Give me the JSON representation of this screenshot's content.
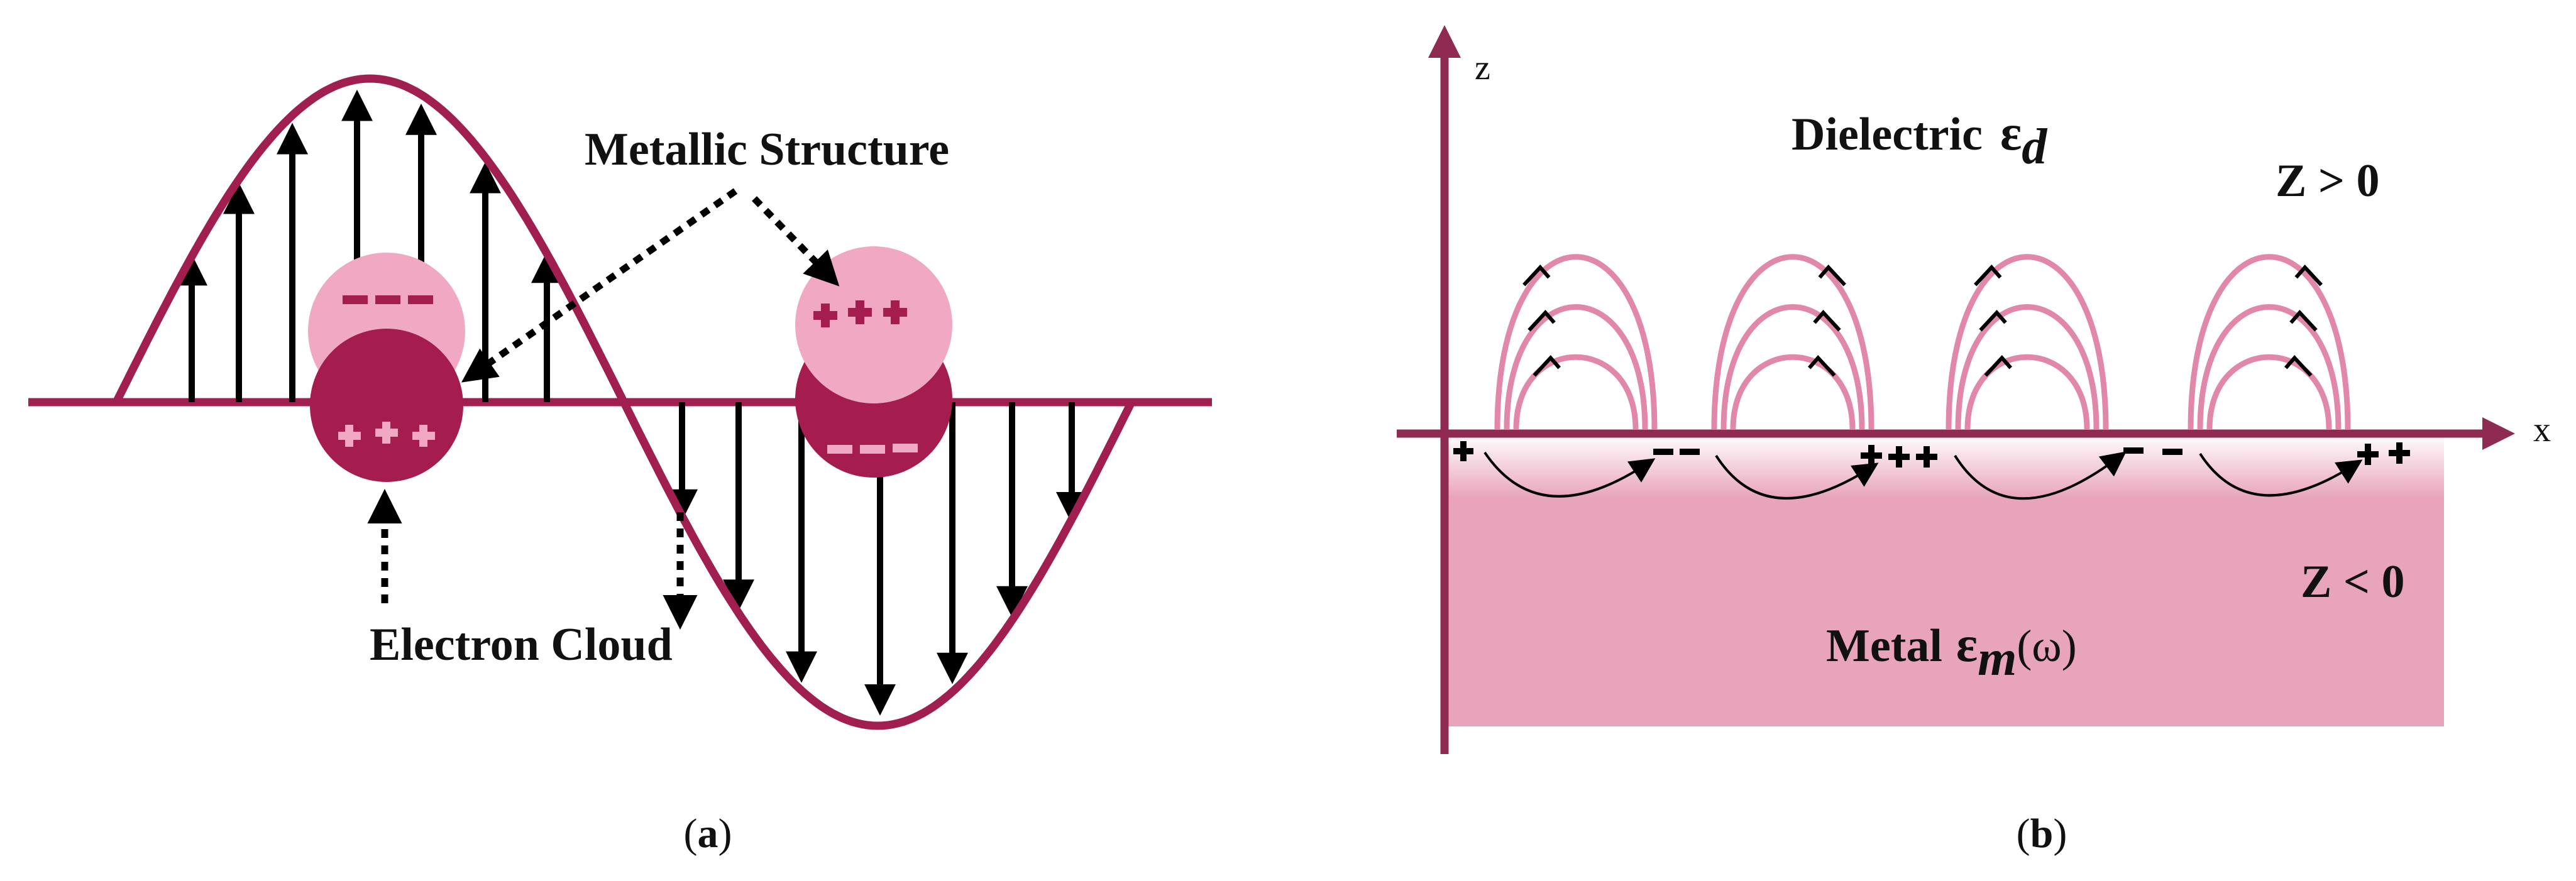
{
  "colors": {
    "wave": "#a01e50",
    "dark_sphere": "#a51c4e",
    "light_sphere": "#f0a8c3",
    "metal": "#e8a4bb",
    "field_lines": "#e087aa",
    "axis": "#8f2a52",
    "arrow": "#000000"
  },
  "panel_a": {
    "label_metallic": "Metallic Structure",
    "label_electron": "Electron Cloud",
    "caption": "a"
  },
  "panel_b": {
    "axis_z": "z",
    "axis_x": "x",
    "dielectric": "Dielectric",
    "eps_d_base": "ε",
    "eps_d_sub": "d",
    "z_pos": "Z > 0",
    "z_neg": "Z < 0",
    "metal": "Metal",
    "eps_m_base": "ε",
    "eps_m_sub": "m",
    "eps_m_arg": "(ω)",
    "caption": "b"
  }
}
